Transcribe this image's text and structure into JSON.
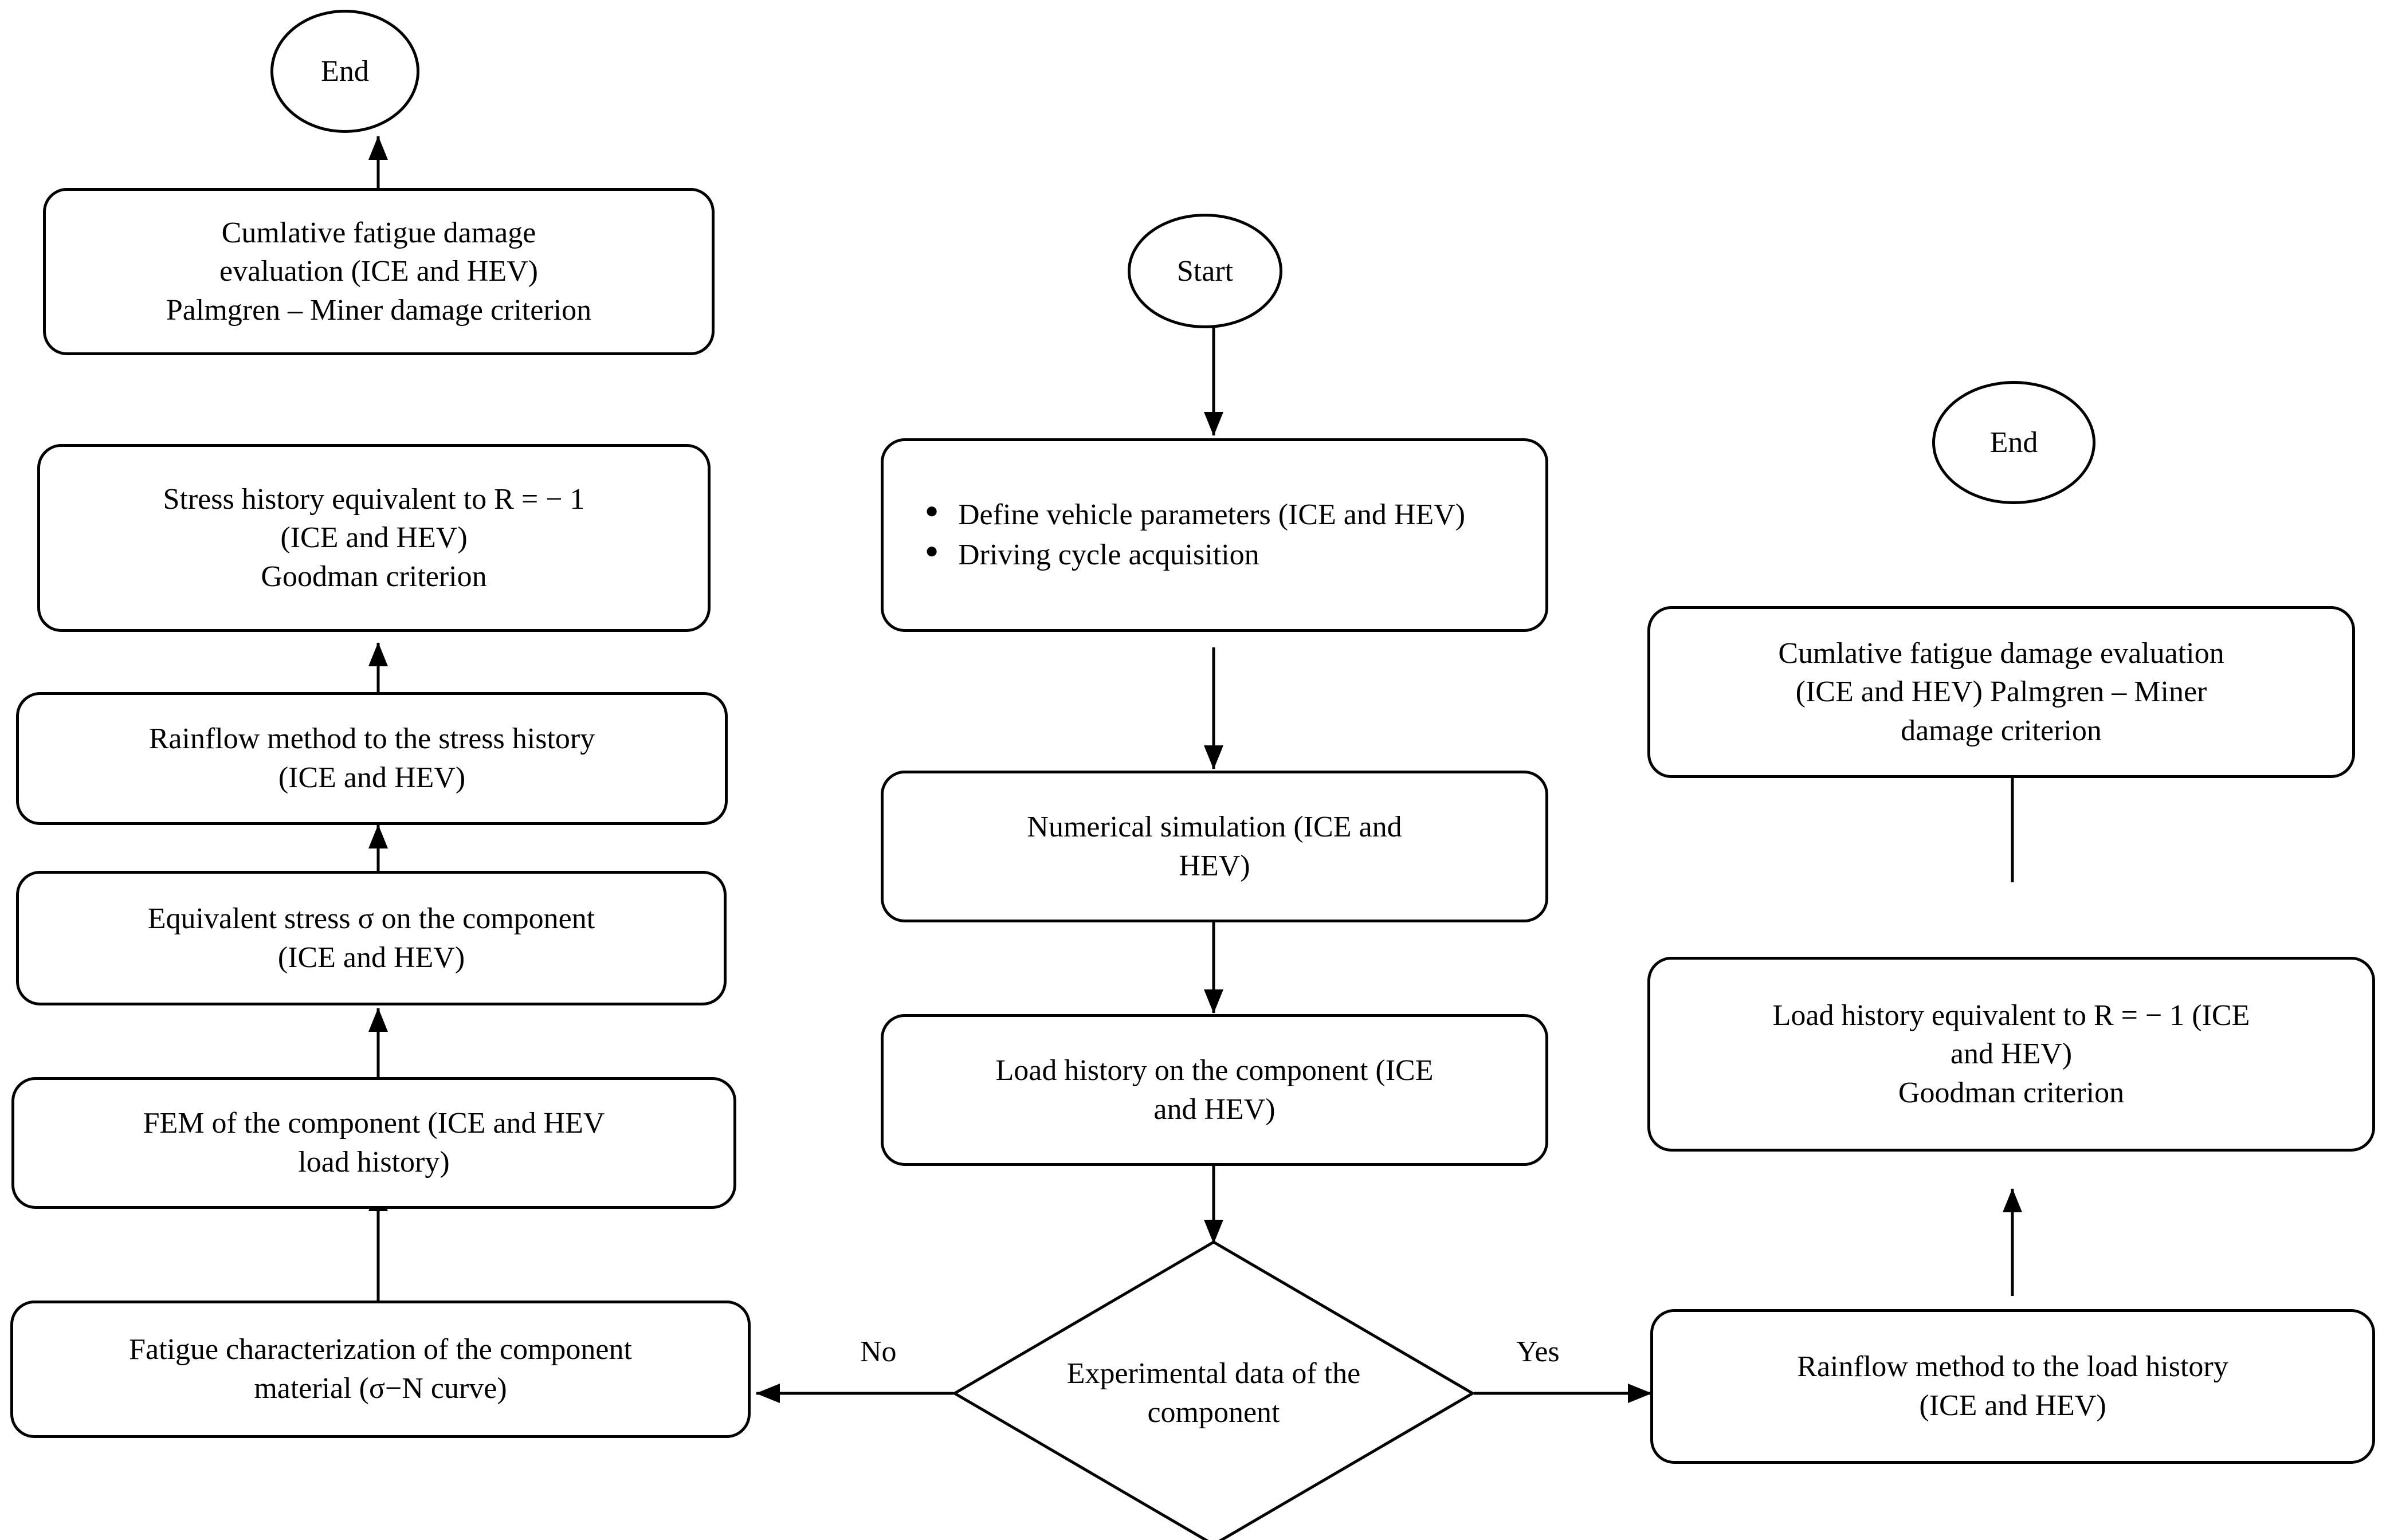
{
  "diagram": {
    "type": "flowchart",
    "title": "Fatigue life assessment flowchart (ICE and HEV)",
    "background_color": "#ffffff",
    "stroke_color": "#000000"
  },
  "nodes": {
    "start": {
      "label": "Start",
      "shape": "ellipse"
    },
    "end_left": {
      "label": "End",
      "shape": "ellipse"
    },
    "end_right": {
      "label": "End",
      "shape": "ellipse"
    },
    "define_params": {
      "shape": "process",
      "bullets": [
        "Define vehicle parameters (ICE and HEV)",
        "Driving cycle acquisition"
      ]
    },
    "numerical_simulation": {
      "shape": "process",
      "label": "Numerical simulation (ICE and\nHEV)"
    },
    "load_history_component": {
      "shape": "process",
      "label": "Load history on the component (ICE\nand HEV)"
    },
    "decision_experimental": {
      "shape": "diamond",
      "label": "Experimental data of the\ncomponent"
    },
    "fatigue_characterization": {
      "shape": "process",
      "label": "Fatigue characterization of the component\nmaterial (σ−N curve)"
    },
    "fem_component": {
      "shape": "process",
      "label": "FEM of the component (ICE and HEV\nload history)"
    },
    "equivalent_stress": {
      "shape": "process",
      "label": "Equivalent stress σ on the component\n(ICE and HEV)"
    },
    "rainflow_stress": {
      "shape": "process",
      "label": "Rainflow method to the stress history\n(ICE and HEV)"
    },
    "stress_history_r": {
      "shape": "process",
      "label": "Stress history equivalent to R = − 1\n(ICE and HEV)\nGoodman criterion"
    },
    "cumulative_damage_left": {
      "shape": "process",
      "label": "Cumlative fatigue damage\nevaluation (ICE and HEV)\nPalmgren – Miner damage criterion"
    },
    "rainflow_load": {
      "shape": "process",
      "label": "Rainflow method to the load history\n(ICE and HEV)"
    },
    "load_history_r": {
      "shape": "process",
      "label": "Load history equivalent to R = − 1 (ICE\nand HEV)\nGoodman criterion"
    },
    "cumulative_damage_right": {
      "shape": "process",
      "label": "Cumlative fatigue damage evaluation\n(ICE and HEV)  Palmgren – Miner\ndamage criterion"
    }
  },
  "edge_labels": {
    "no": "No",
    "yes": "Yes"
  }
}
